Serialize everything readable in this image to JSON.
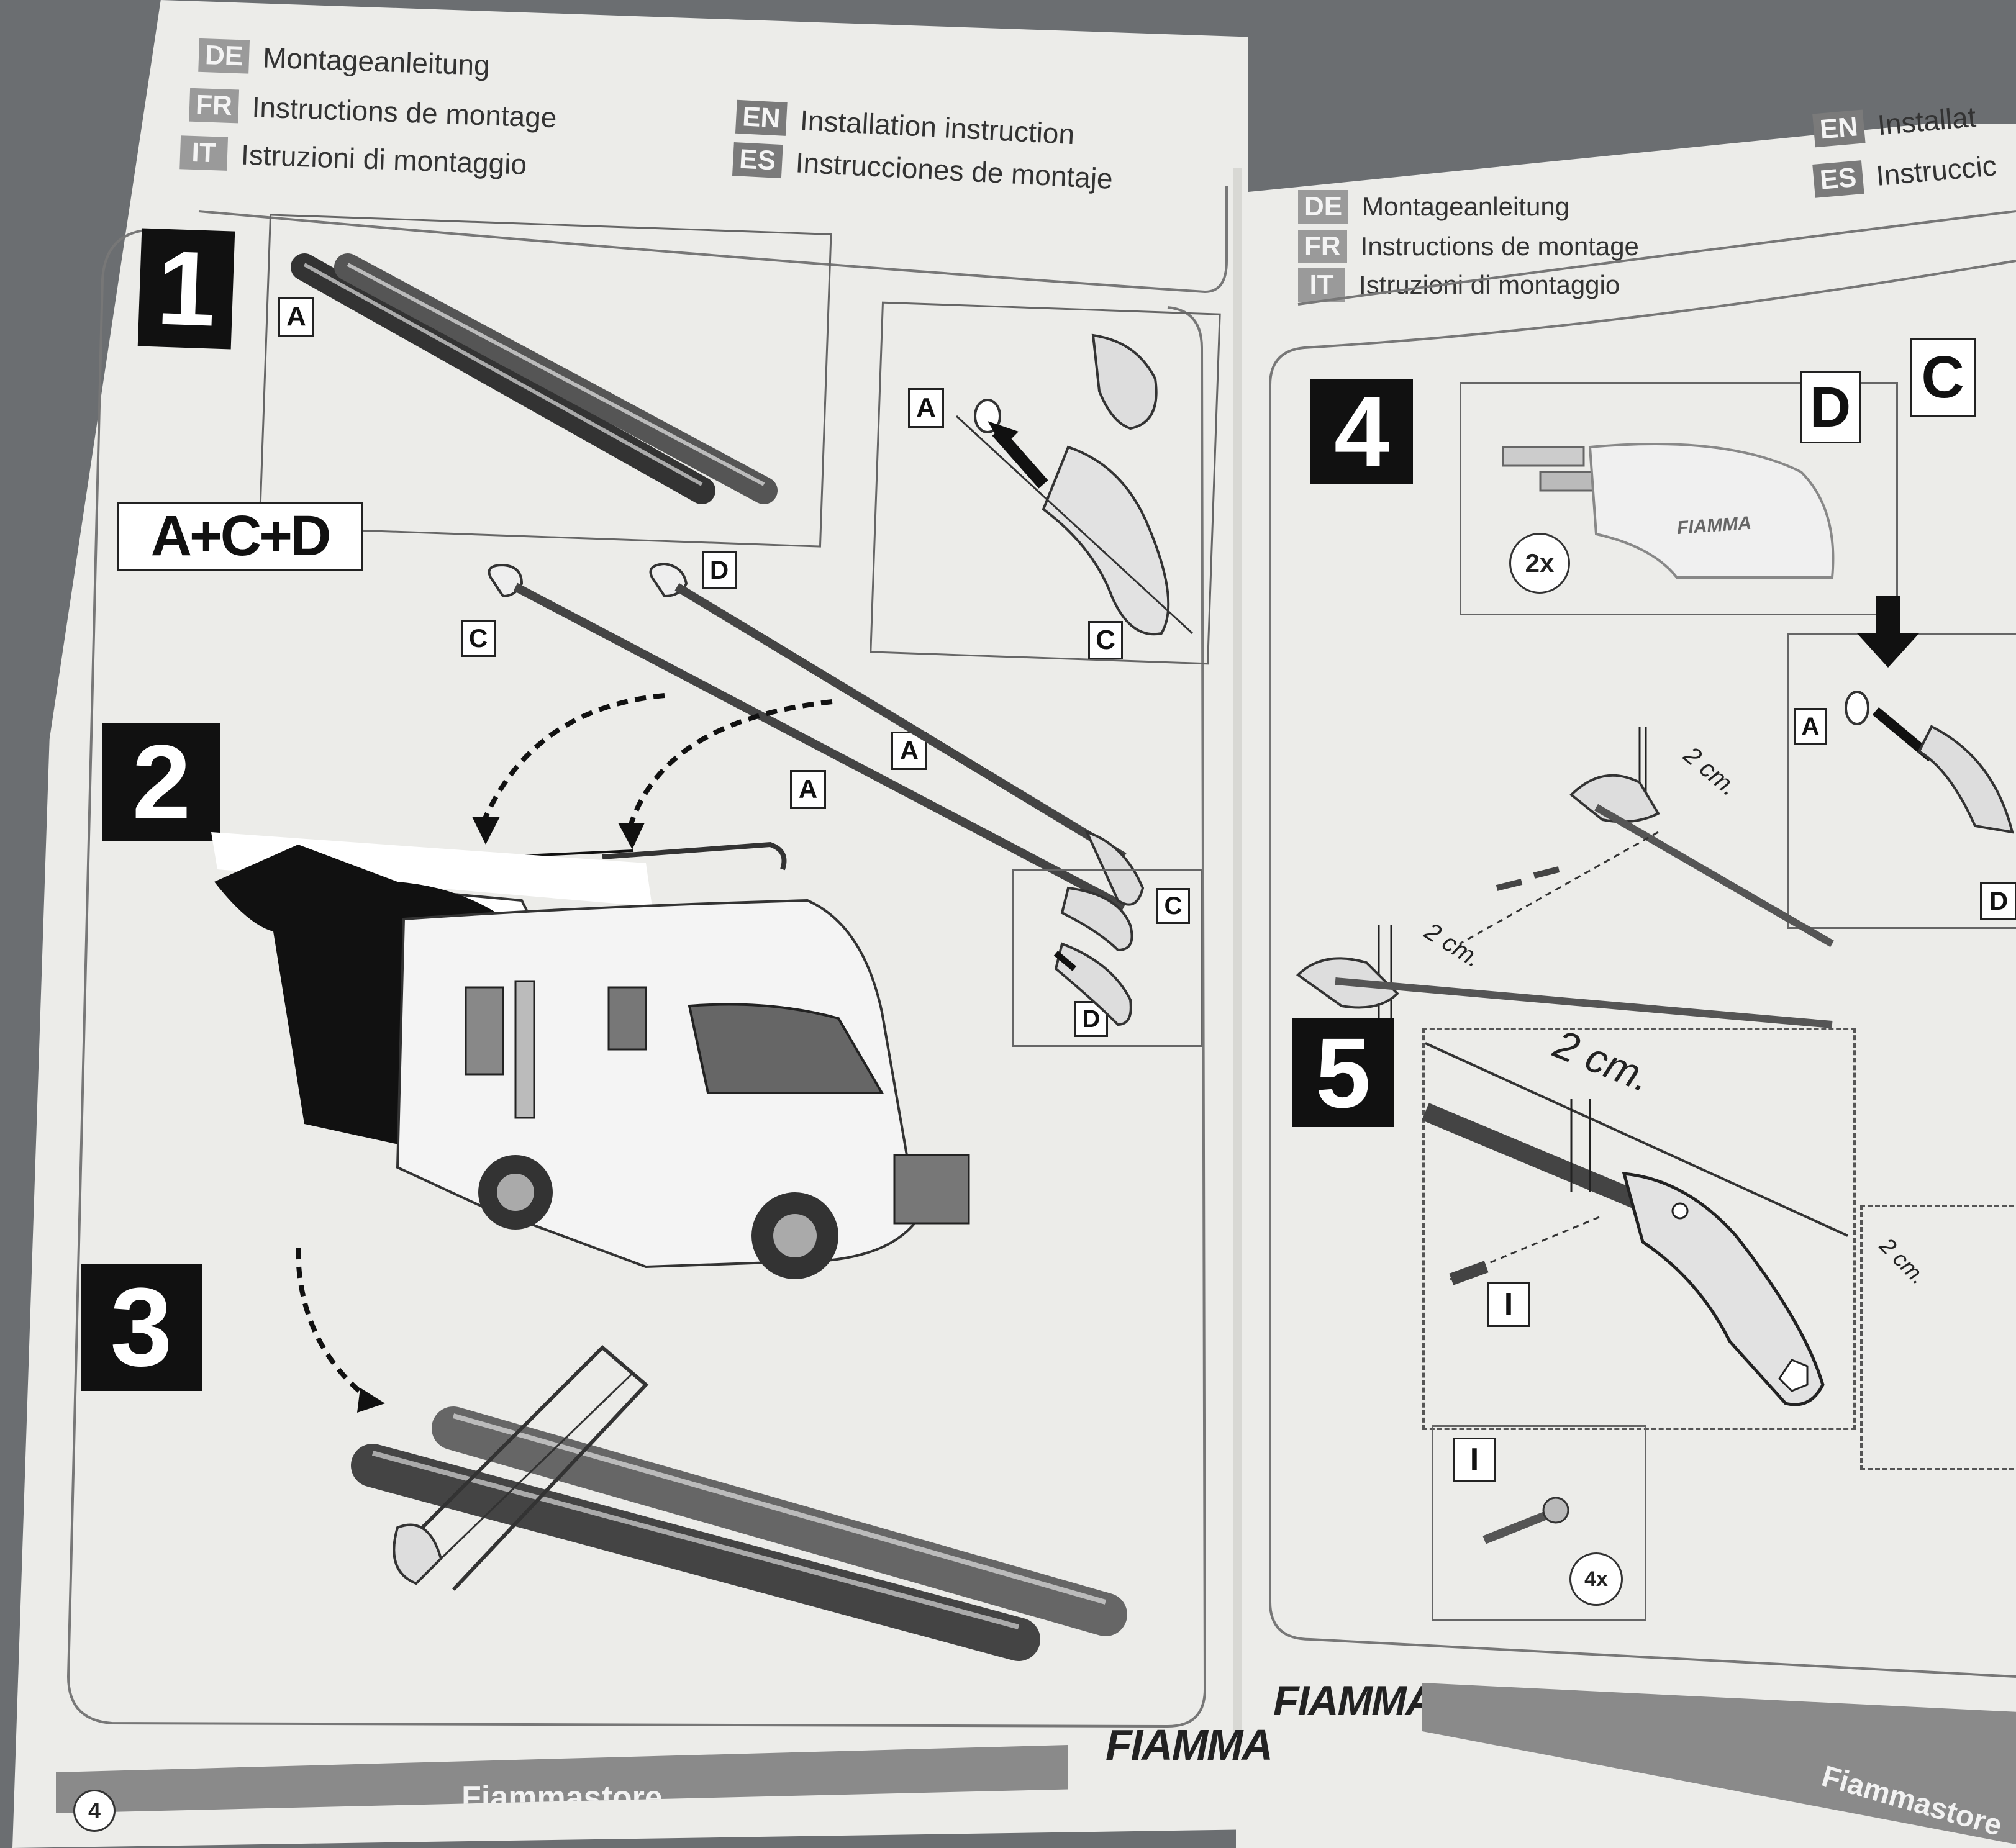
{
  "left_page": {
    "header": {
      "languages_left": [
        {
          "code": "DE",
          "text": "Montageanleitung"
        },
        {
          "code": "FR",
          "text": "Instructions de montage"
        },
        {
          "code": "IT",
          "text": "Istruzioni di montaggio"
        }
      ],
      "languages_right": [
        {
          "code": "EN",
          "text": "Installation instruction"
        },
        {
          "code": "ES",
          "text": "Instrucciones de montaje"
        }
      ]
    },
    "steps": {
      "step1": "1",
      "step2": "2",
      "step3": "3"
    },
    "labels": {
      "a": "A",
      "c": "C",
      "d": "D",
      "combo": "A+C+D"
    },
    "footer": {
      "page_number": "4",
      "store": "Fiammastore",
      "logo": "FIAMMA"
    }
  },
  "right_page": {
    "header": {
      "languages_left": [
        {
          "code": "DE",
          "text": "Montageanleitung"
        },
        {
          "code": "FR",
          "text": "Instructions de montage"
        },
        {
          "code": "IT",
          "text": "Istruzioni di montaggio"
        }
      ],
      "languages_right": [
        {
          "code": "EN",
          "text": "Installat"
        },
        {
          "code": "ES",
          "text": "Instruccic"
        }
      ]
    },
    "steps": {
      "step4": "4",
      "step5": "5"
    },
    "labels": {
      "d": "D",
      "c": "C",
      "a": "A",
      "screw": "I",
      "two_x": "2x",
      "four_x": "4x",
      "measure": "2 cm.",
      "part_brand": "FIAMMA"
    },
    "footer": {
      "store": "Fiammastore",
      "logo": "FIAMMA"
    }
  },
  "colors": {
    "background": "#6b6e71",
    "paper": "#ecece9",
    "step_box": "#111111",
    "footer_bar": "#8a8a8a"
  }
}
